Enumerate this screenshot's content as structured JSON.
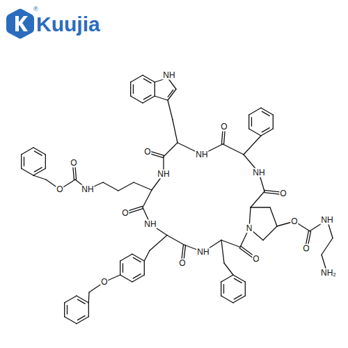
{
  "diagram": {
    "labels": [
      "Kuujia",
      "®",
      "NH",
      "O",
      "NH",
      "O",
      "NH",
      "O",
      "N",
      "O",
      "O",
      "NH",
      "NH₂",
      "O",
      "NH",
      "O",
      "NH",
      "O",
      "NH",
      "NH",
      "O",
      "O",
      "O"
    ]
  }
}
